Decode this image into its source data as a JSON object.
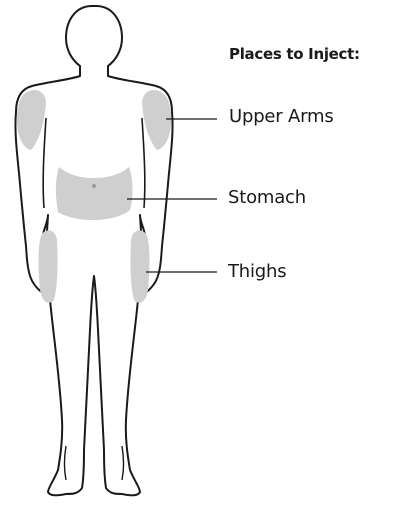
{
  "heading": "Places to Inject:",
  "sites": [
    {
      "label": "Upper Arms"
    },
    {
      "label": "Stomach"
    },
    {
      "label": "Thighs"
    }
  ],
  "colors": {
    "outline": "#1a1a1a",
    "region_fill": "#cfcfcf",
    "background": "#ffffff"
  }
}
